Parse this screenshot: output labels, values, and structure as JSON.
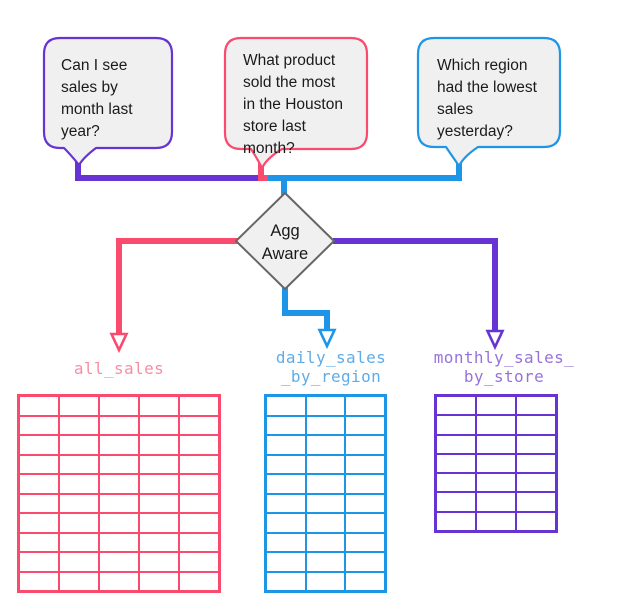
{
  "bubbles": [
    {
      "text": "Can I see\nsales by\nmonth last\nyear?",
      "border_color": "#6733D2"
    },
    {
      "text": "What product\nsold the most\nin the Houston\nstore last\nmonth?",
      "border_color": "#FA4A6D"
    },
    {
      "text": "Which region\nhad the lowest\nsales\nyesterday?",
      "border_color": "#1E96E8"
    }
  ],
  "decision": {
    "label": "Agg\nAware",
    "border_color": "#666666",
    "fill": "#F0F0F0"
  },
  "tables": [
    {
      "label": "all_sales",
      "rows": 10,
      "cols": 5,
      "color": "#FA4A6D",
      "label_color": "#F58FA4"
    },
    {
      "label": "daily_sales\n_by_region",
      "rows": 10,
      "cols": 3,
      "color": "#1E96E8",
      "label_color": "#5FACE8"
    },
    {
      "label": "monthly_sales_\nby_store",
      "rows": 7,
      "cols": 3,
      "color": "#6733D2",
      "label_color": "#9673DB"
    }
  ],
  "colors": {
    "purple": "#6733D2",
    "pink": "#FA4A6D",
    "blue": "#1E96E8",
    "diamond_border": "#666666",
    "shape_fill": "#F0F0F0",
    "text": "#1A1A1A"
  }
}
